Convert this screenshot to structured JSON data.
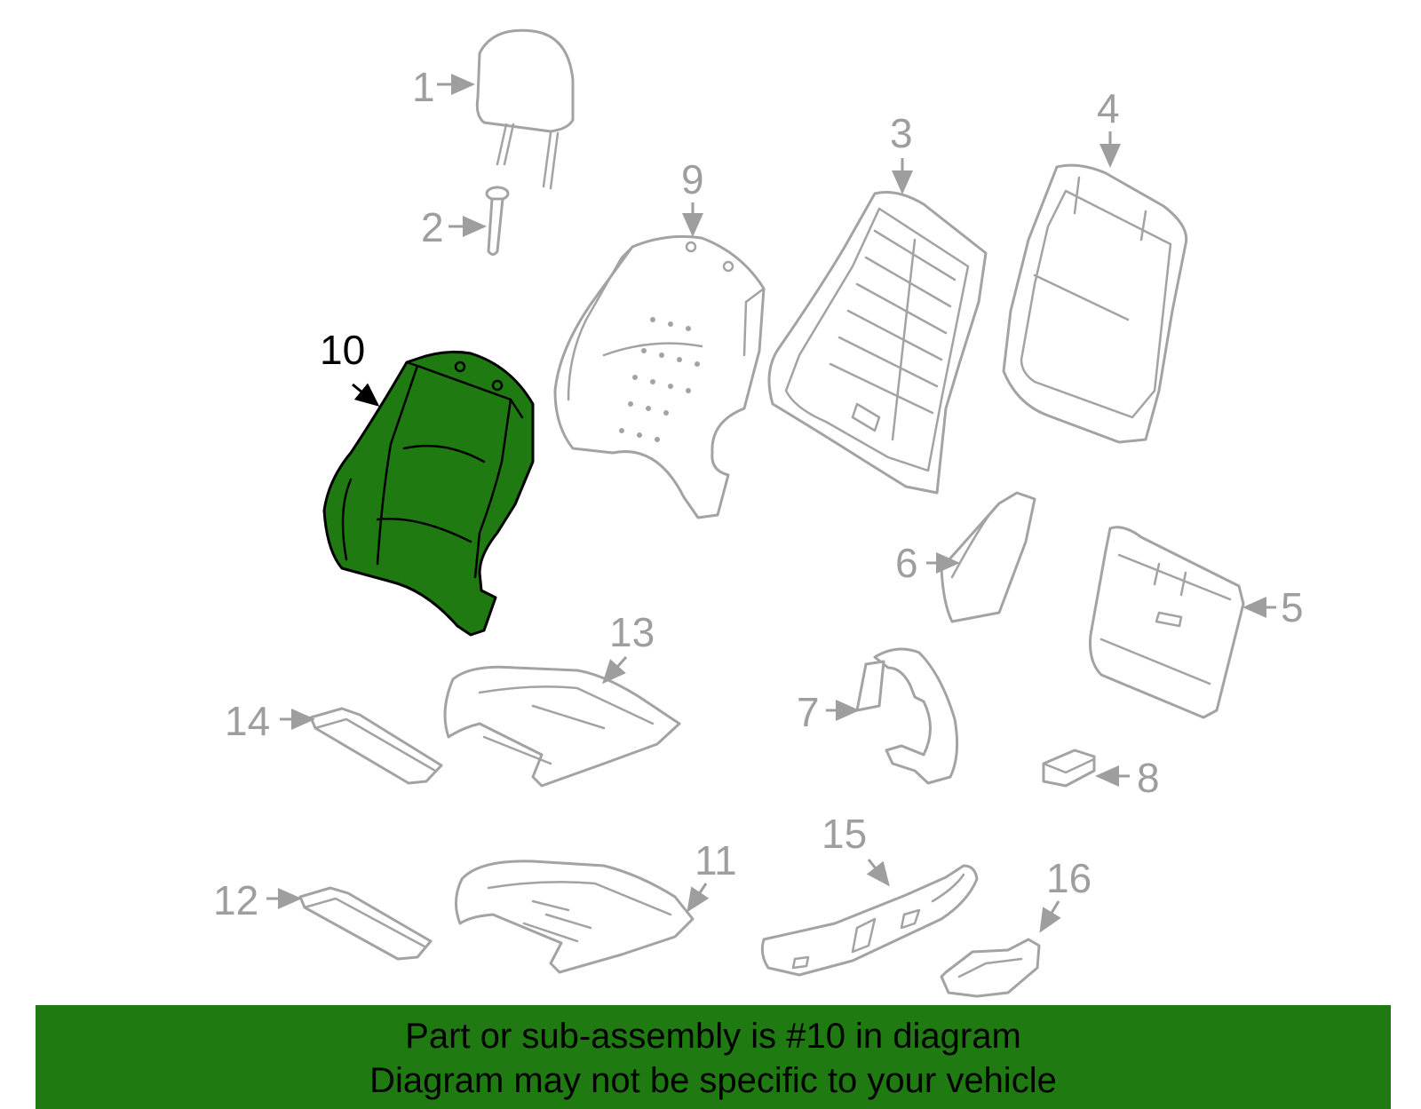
{
  "diagram": {
    "highlight_color": "#1f7a12",
    "highlighted_callout": "10",
    "callouts": [
      "1",
      "2",
      "3",
      "4",
      "5",
      "6",
      "7",
      "8",
      "9",
      "10",
      "11",
      "12",
      "13",
      "14",
      "15",
      "16"
    ]
  },
  "caption": {
    "line1": "Part or sub-assembly is #10 in diagram",
    "line2": "Diagram may not be specific to your vehicle"
  }
}
